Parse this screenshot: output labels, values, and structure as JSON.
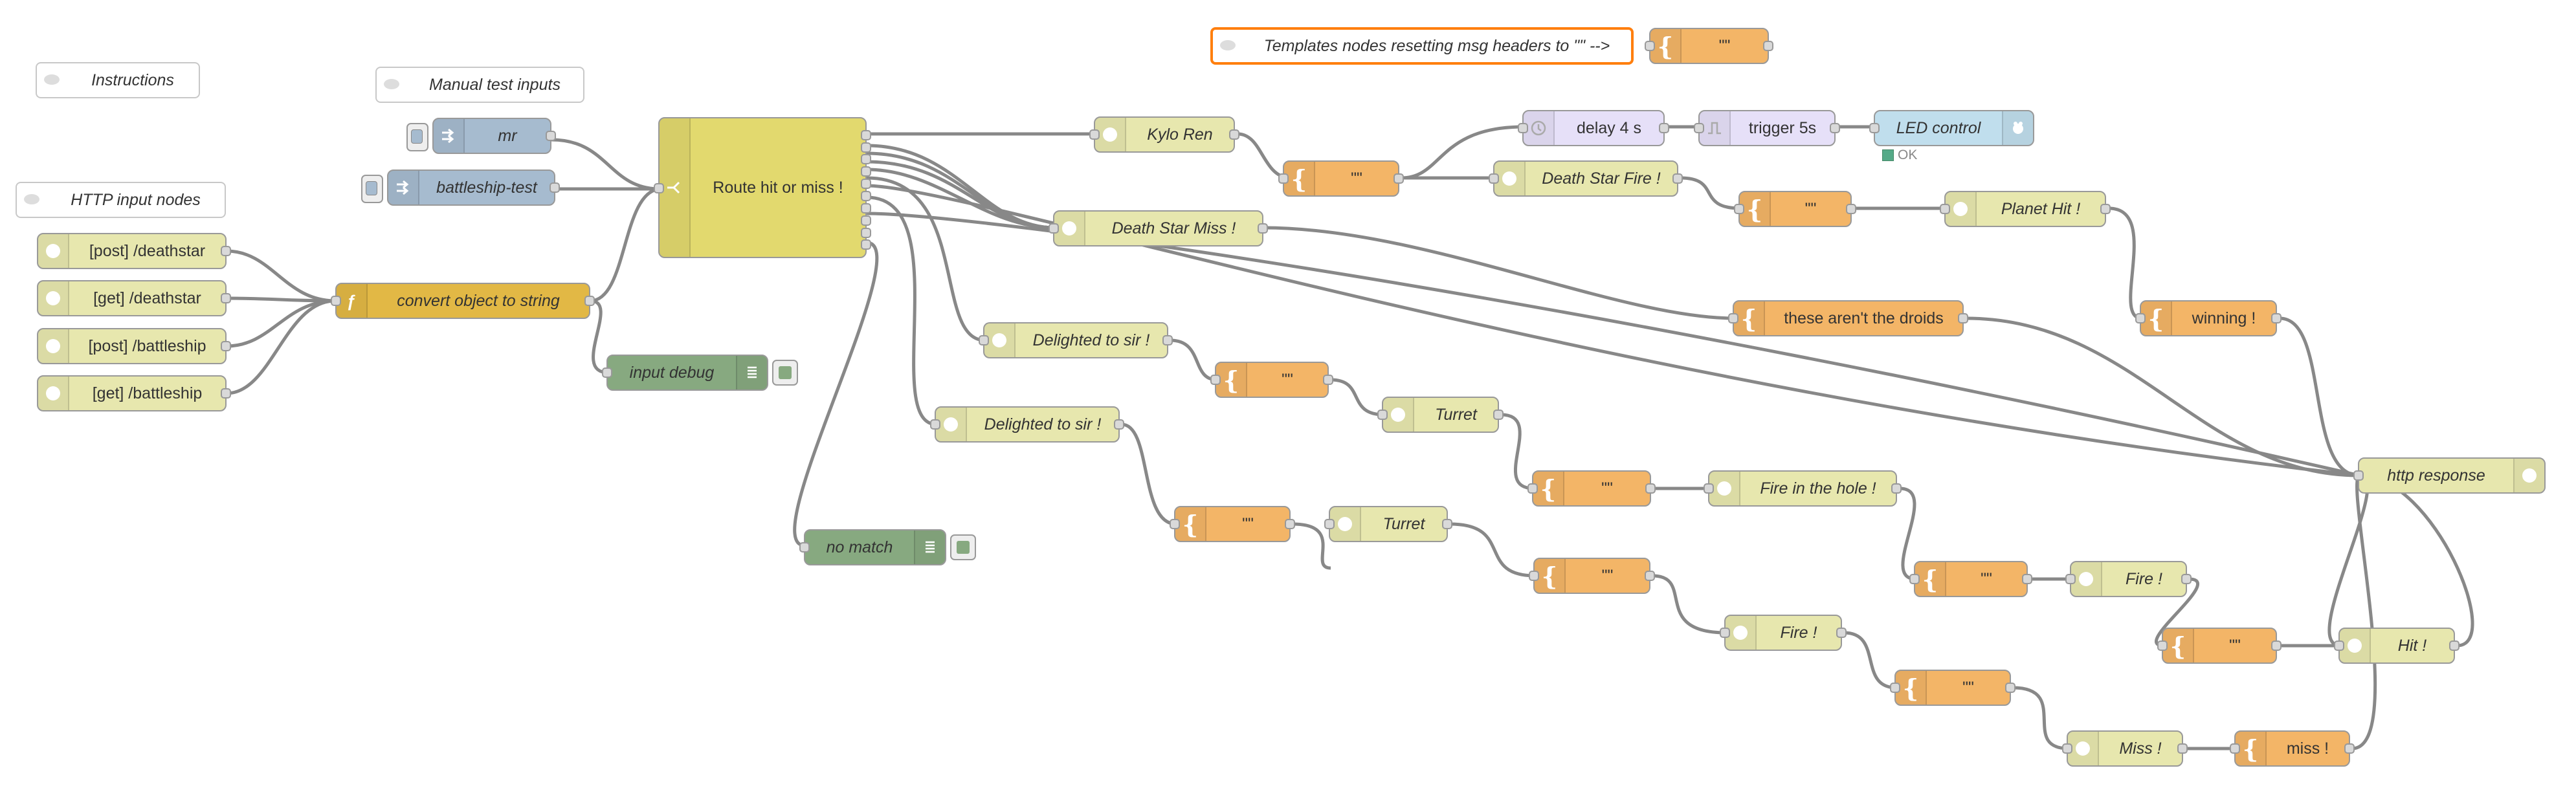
{
  "comments": {
    "instructions": "Instructions",
    "manual_test_inputs": "Manual test inputs",
    "http_input_nodes": "HTTP input nodes",
    "templates_note": "Templates nodes resetting msg headers to \"\" -->"
  },
  "inject": {
    "mr": "mr",
    "battleship_test": "battleship-test"
  },
  "http_in": {
    "post_deathstar": "[post] /deathstar",
    "get_deathstar": "[get] /deathstar",
    "post_battleship": "[post] /battleship",
    "get_battleship": "[get] /battleship"
  },
  "function": {
    "convert": "convert object to string"
  },
  "debug": {
    "input_debug": "input debug",
    "no_match": "no match"
  },
  "switch": {
    "route": "Route hit or miss !"
  },
  "http_request": {
    "kylo_ren": "Kylo Ren",
    "death_star_miss": "Death Star Miss !",
    "death_star_fire": "Death Star Fire !",
    "planet_hit": "Planet Hit !",
    "delighted_1": "Delighted to sir !",
    "delighted_2": "Delighted to sir !",
    "turret_1": "Turret",
    "turret_2": "Turret",
    "fire_in_hole": "Fire in the hole !",
    "fire_1": "Fire !",
    "fire_2": "Fire !",
    "miss": "Miss !",
    "hit": "Hit !"
  },
  "template": {
    "empty": "\"\"",
    "droids": "these aren't the droids",
    "winning": "winning !",
    "miss_lower": "miss !"
  },
  "delay": {
    "delay_4s": "delay 4 s"
  },
  "trigger": {
    "trigger_5s": "trigger 5s"
  },
  "rpi": {
    "led_control": "LED control",
    "status": "OK"
  },
  "http_response": {
    "label": "http response"
  },
  "colors": {
    "http": "#e7e7ae",
    "template": "#f3b567",
    "inject": "#a6bbcf",
    "switch": "#e2d96e",
    "debug": "#87a980",
    "function": "#e2b845",
    "wire": "#888888",
    "comment_highlight": "#ff7f0e"
  }
}
